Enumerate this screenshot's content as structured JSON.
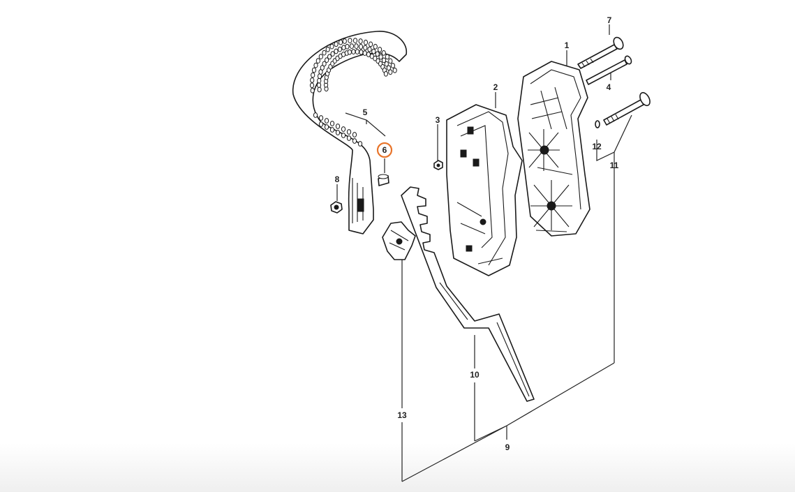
{
  "diagram": {
    "callouts": [
      {
        "id": "c1",
        "label": "1"
      },
      {
        "id": "c2",
        "label": "2"
      },
      {
        "id": "c3",
        "label": "3"
      },
      {
        "id": "c4",
        "label": "4"
      },
      {
        "id": "c5",
        "label": "5"
      },
      {
        "id": "c6",
        "label": "6",
        "highlighted": true
      },
      {
        "id": "c7",
        "label": "7"
      },
      {
        "id": "c8",
        "label": "8"
      },
      {
        "id": "c9",
        "label": "9"
      },
      {
        "id": "c10",
        "label": "10"
      },
      {
        "id": "c11",
        "label": "11"
      },
      {
        "id": "c12",
        "label": "12"
      },
      {
        "id": "c13",
        "label": "13"
      }
    ],
    "highlight_color": "#e8742a",
    "line_color": "#1a1a1a",
    "background": "#ffffff"
  }
}
